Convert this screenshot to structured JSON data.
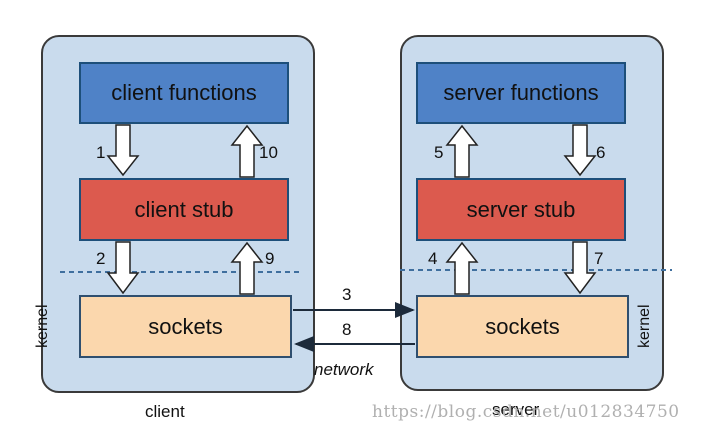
{
  "client": {
    "caption": "client",
    "functions_label": "client functions",
    "stub_label": "client stub",
    "sockets_label": "sockets",
    "kernel_label": "kernel"
  },
  "server": {
    "caption": "server",
    "functions_label": "server functions",
    "stub_label": "server stub",
    "sockets_label": "sockets",
    "kernel_label": "kernel"
  },
  "steps": {
    "s1": "1",
    "s2": "2",
    "s3": "3",
    "s4": "4",
    "s5": "5",
    "s6": "6",
    "s7": "7",
    "s8": "8",
    "s9": "9",
    "s10": "10"
  },
  "network_label": "network",
  "watermark": "https://blog.csdn.net/u012834750",
  "colors": {
    "panel": "#c9dbed",
    "functions": "#4f82c7",
    "stub": "#dc5a4e",
    "sockets": "#fbd7ad",
    "kernel_divider": "#3f6f9e"
  }
}
